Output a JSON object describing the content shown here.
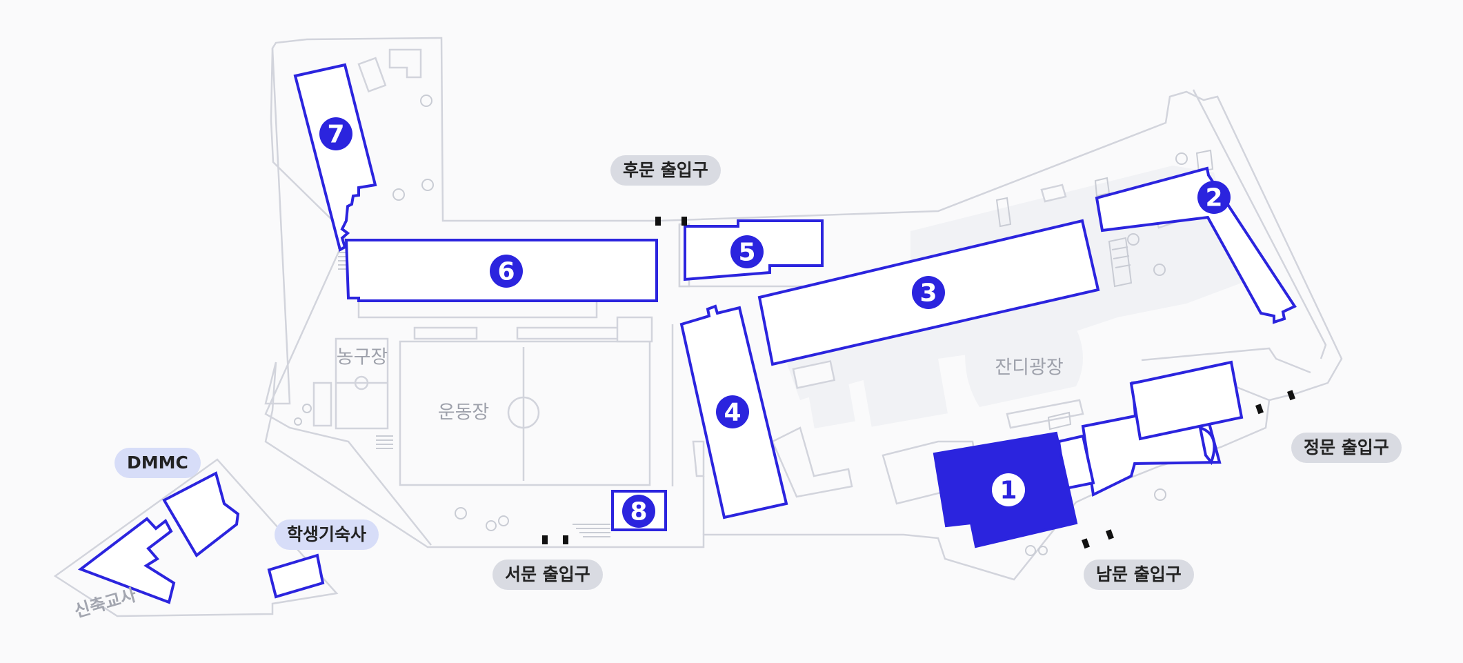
{
  "colors": {
    "accent": "#2b24de",
    "outline": "#d2d4dc",
    "pill_gray": "#d9dbe2",
    "pill_blue": "#d7ddf8"
  },
  "buildings": [
    {
      "id": "building-1",
      "number": "1",
      "active": true
    },
    {
      "id": "building-2",
      "number": "2",
      "active": false
    },
    {
      "id": "building-3",
      "number": "3",
      "active": false
    },
    {
      "id": "building-4",
      "number": "4",
      "active": false
    },
    {
      "id": "building-5",
      "number": "5",
      "active": false
    },
    {
      "id": "building-6",
      "number": "6",
      "active": false
    },
    {
      "id": "building-7",
      "number": "7",
      "active": false
    },
    {
      "id": "building-8",
      "number": "8",
      "active": false
    }
  ],
  "areas": {
    "basketball_court": "농구장",
    "playground": "운동장",
    "lawn_plaza": "잔디광장",
    "new_building": "신축교사"
  },
  "gates": {
    "back": "후문 출입구",
    "west": "서문 출입구",
    "south": "남문 출입구",
    "main": "정문 출입구"
  },
  "facilities": {
    "dmmc": "DMMC",
    "dormitory": "학생기숙사"
  }
}
